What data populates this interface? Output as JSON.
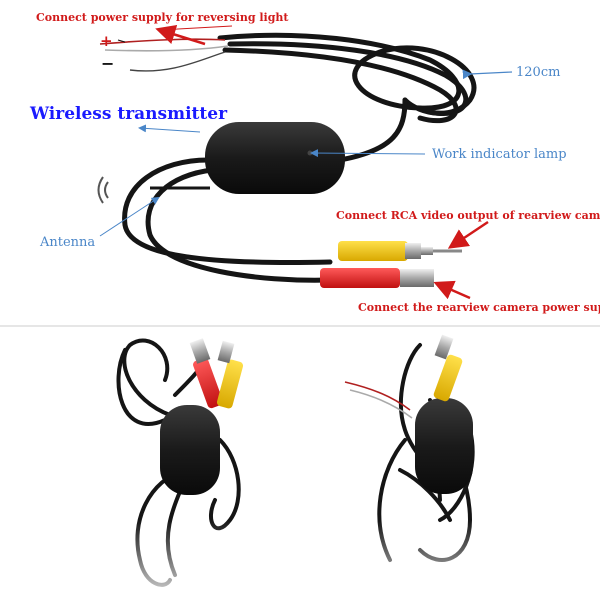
{
  "labels": {
    "reversing_light": "Connect power supply for reversing light",
    "plus": "+",
    "minus": "−",
    "length": "120cm",
    "title": "Wireless transmitter",
    "indicator": "Work indicator lamp",
    "rca_output": "Connect RCA video output of rearview camera",
    "antenna": "Antenna",
    "power_supply": "Connect the rearview camera power supply"
  },
  "colors": {
    "label_red": "#d11a1a",
    "label_blue": "#4a86c8",
    "title_blue": "#1a1aff",
    "cable": "#151515",
    "rca_yellow": "#f2c800",
    "power_red": "#e0202a"
  }
}
